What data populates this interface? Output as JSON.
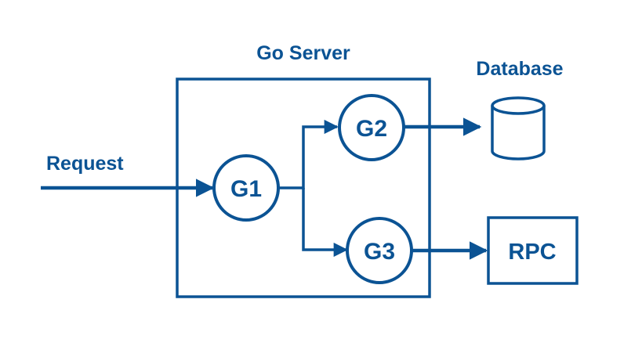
{
  "colors": {
    "stroke": "#0b5394",
    "text": "#0b5394",
    "background": "#ffffff"
  },
  "diagram": {
    "server_label": "Go Server",
    "request_label": "Request",
    "database_label": "Database",
    "rpc_label": "RPC",
    "goroutines": [
      {
        "label": "G1"
      },
      {
        "label": "G2"
      },
      {
        "label": "G3"
      }
    ],
    "icons": {
      "database": "database-icon"
    }
  }
}
